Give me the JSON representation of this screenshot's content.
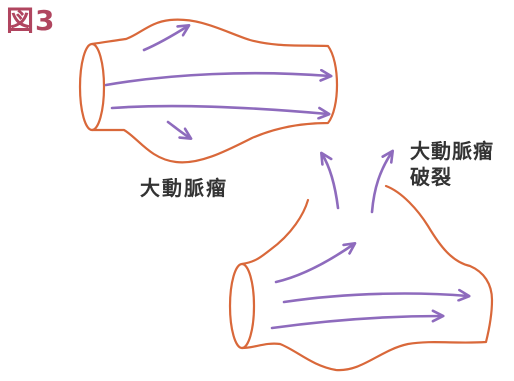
{
  "figure_label": "図3",
  "labels": {
    "aneurysm": "大動脈瘤",
    "rupture_line1": "大動脈瘤",
    "rupture_line2": "破裂"
  },
  "colors": {
    "title": "#b0455f",
    "vessel_outline": "#d9683a",
    "blood_flow_arrow": "#8e6bbd",
    "label_text": "#333333"
  },
  "icons": {
    "flow_arrow": "arrow-icon"
  }
}
